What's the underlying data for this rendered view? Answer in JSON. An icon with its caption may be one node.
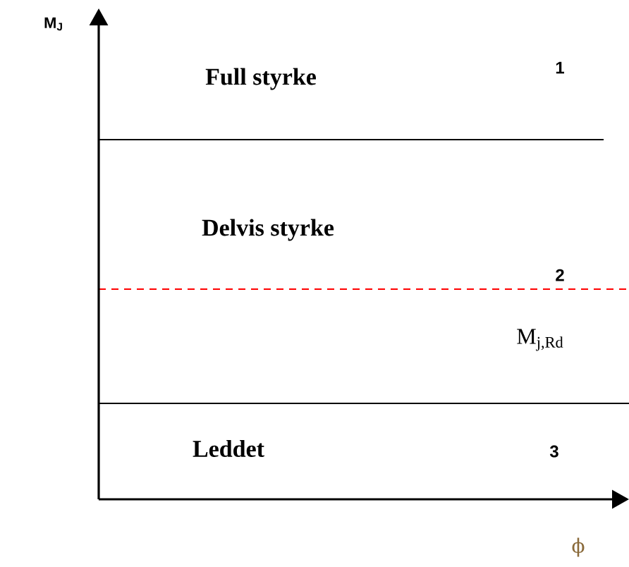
{
  "diagram": {
    "labels": [
      "M$_{J}$",
      "Full styrke",
      "1",
      "Delvis styrke",
      "2",
      "M$_{j,Rd}$",
      "Leddet",
      "3",
      "ϕ"
    ]
  }
}
